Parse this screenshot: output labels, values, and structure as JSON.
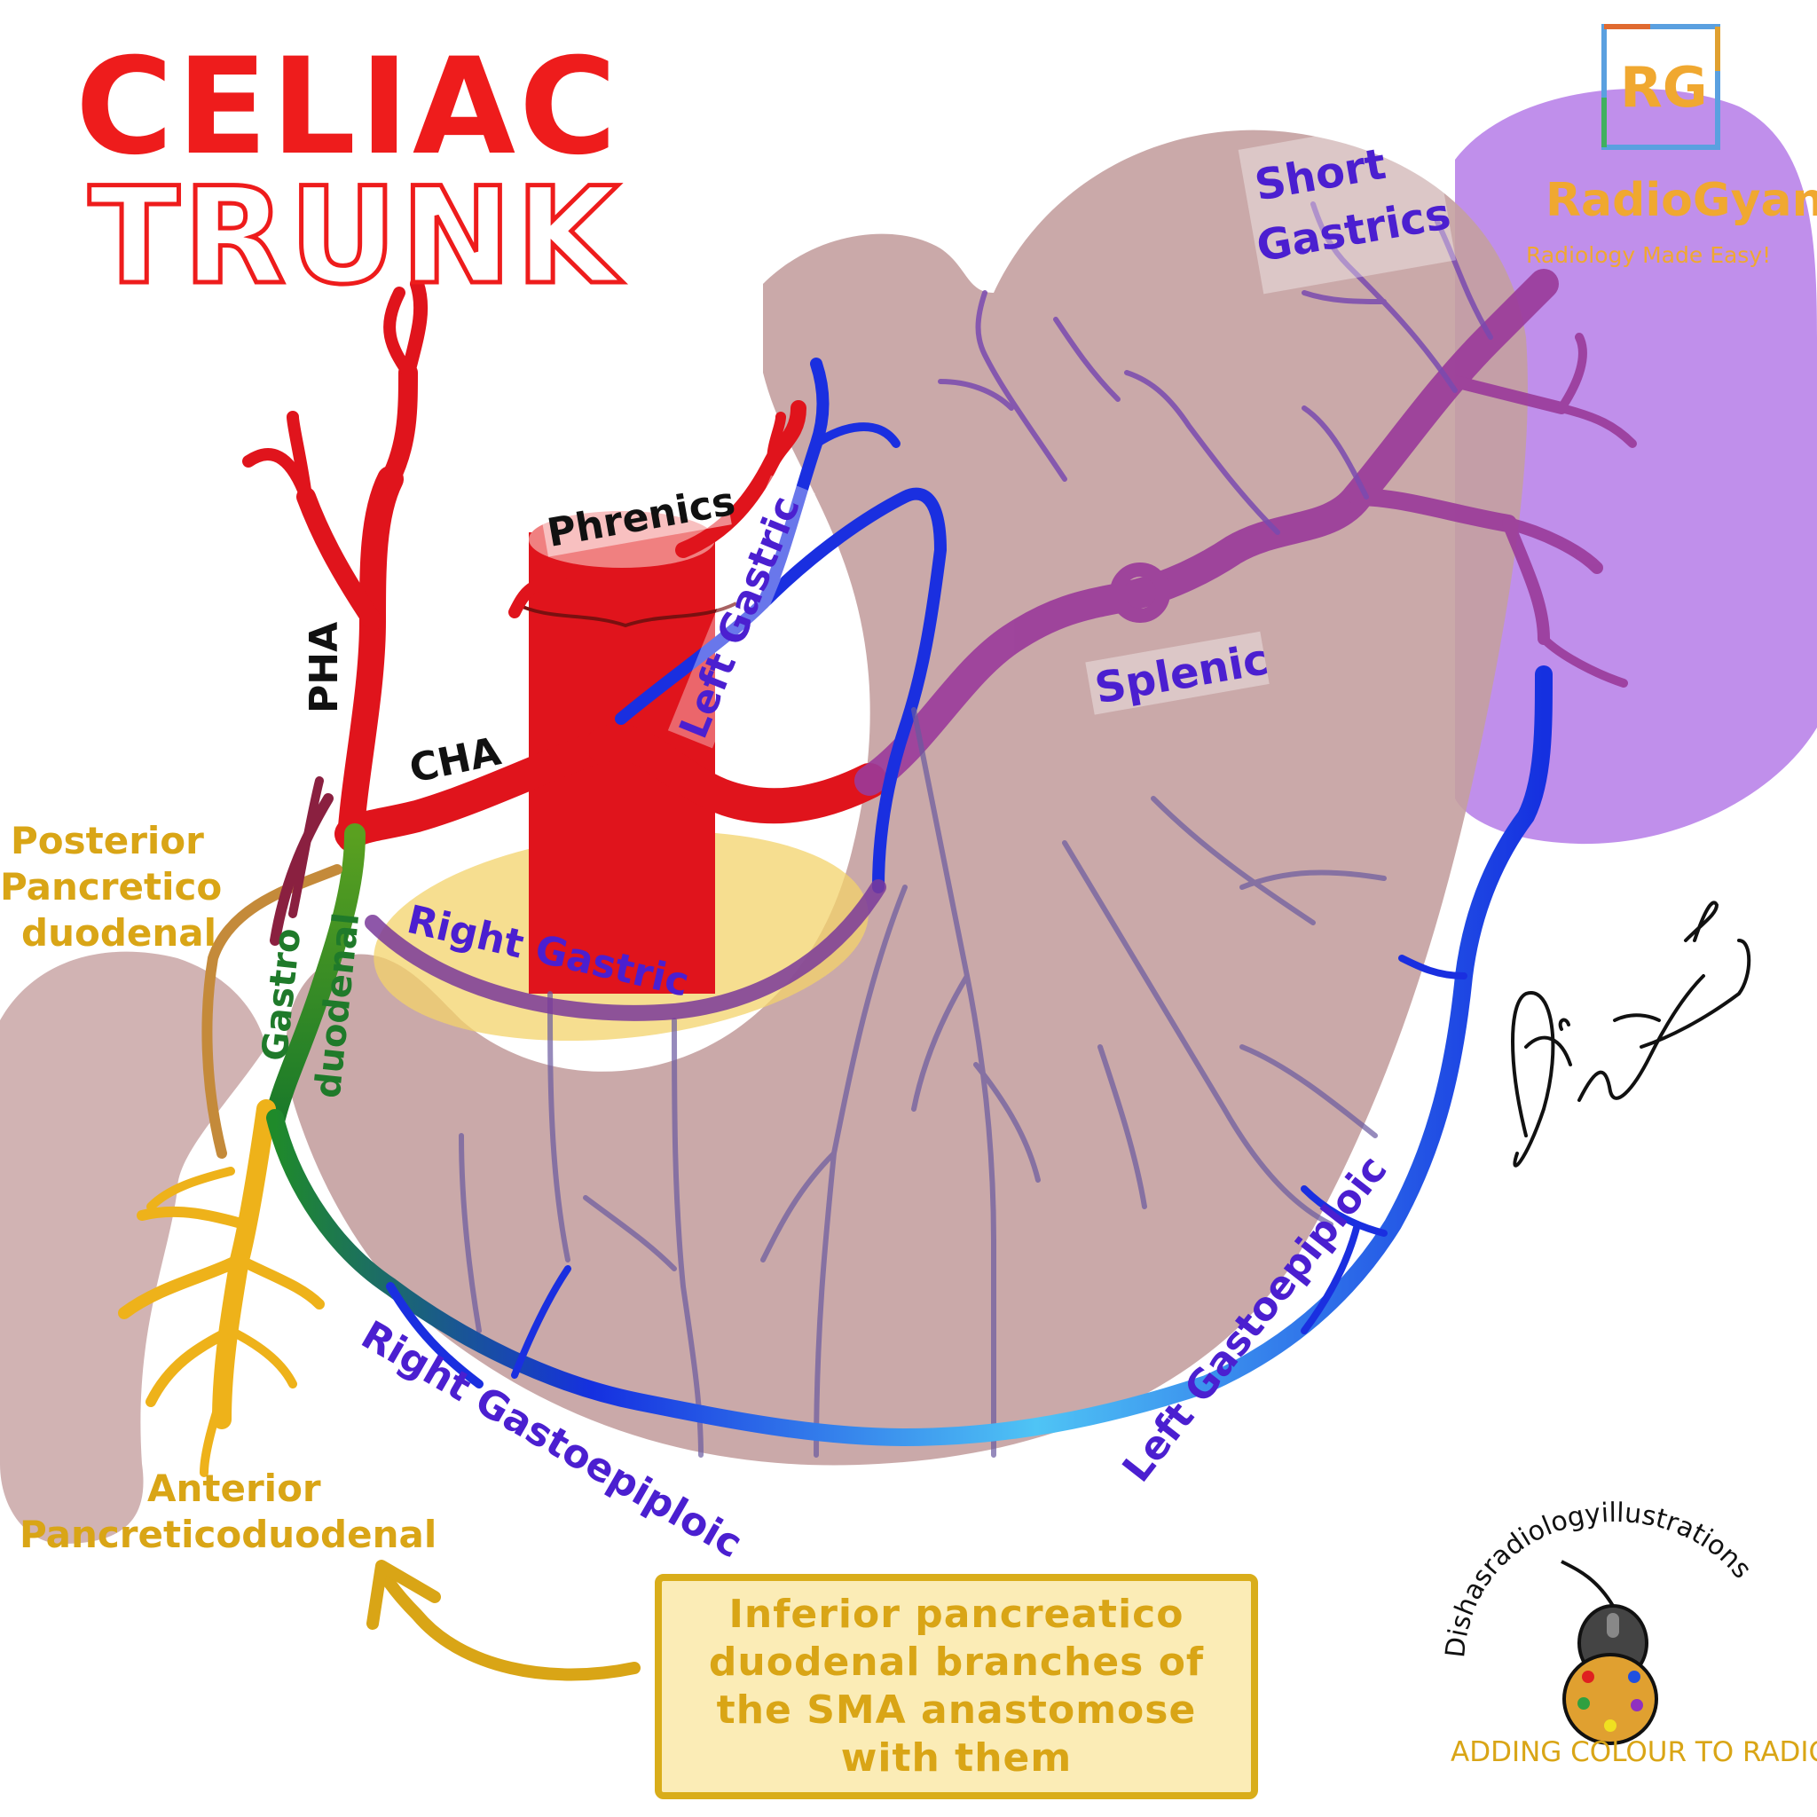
{
  "title": {
    "line1": "CELIAC",
    "line2": "TRUNK"
  },
  "brand": {
    "monogram": "RG",
    "name": "RadioGyan",
    "tagline": "Radiology Made Easy!"
  },
  "labels": {
    "short_gastrics_1": "Short",
    "short_gastrics_2": "Gastrics",
    "phrenics": "Phrenics",
    "left_gastric": "Left Gastric",
    "splenic": "Splenic",
    "pha": "PHA",
    "cha": "CHA",
    "posterior_1": "Posterior",
    "posterior_2": "Pancretico",
    "posterior_3": "duodenal",
    "right_gastric": "Right Gastric",
    "gastro": "Gastro",
    "duodenal": "duodenal",
    "anterior_1": "Anterior",
    "anterior_2": "Pancreticoduodenal",
    "right_gastroepiploic": "Right Gastoepiploic",
    "left_gastroepiploic": "Left Gastoepiploic"
  },
  "note": "Inferior pancreatico duodenal branches of the SMA anastomose with them",
  "credit": {
    "handle": "Dishasradiologyillustrations",
    "tagline": "ADDING COLOUR TO RADIOLOGY"
  },
  "colors": {
    "title_red": "#ee1c1c",
    "artery_red": "#e0141c",
    "vein_blue": "#1a2fe0",
    "label_purple": "#4b1fd0",
    "label_gold": "#d9a516",
    "label_green": "#1f7a2a",
    "stomach": "#c9a6a6",
    "spleen": "#b277e6",
    "pancreas": "#f3d36b"
  }
}
